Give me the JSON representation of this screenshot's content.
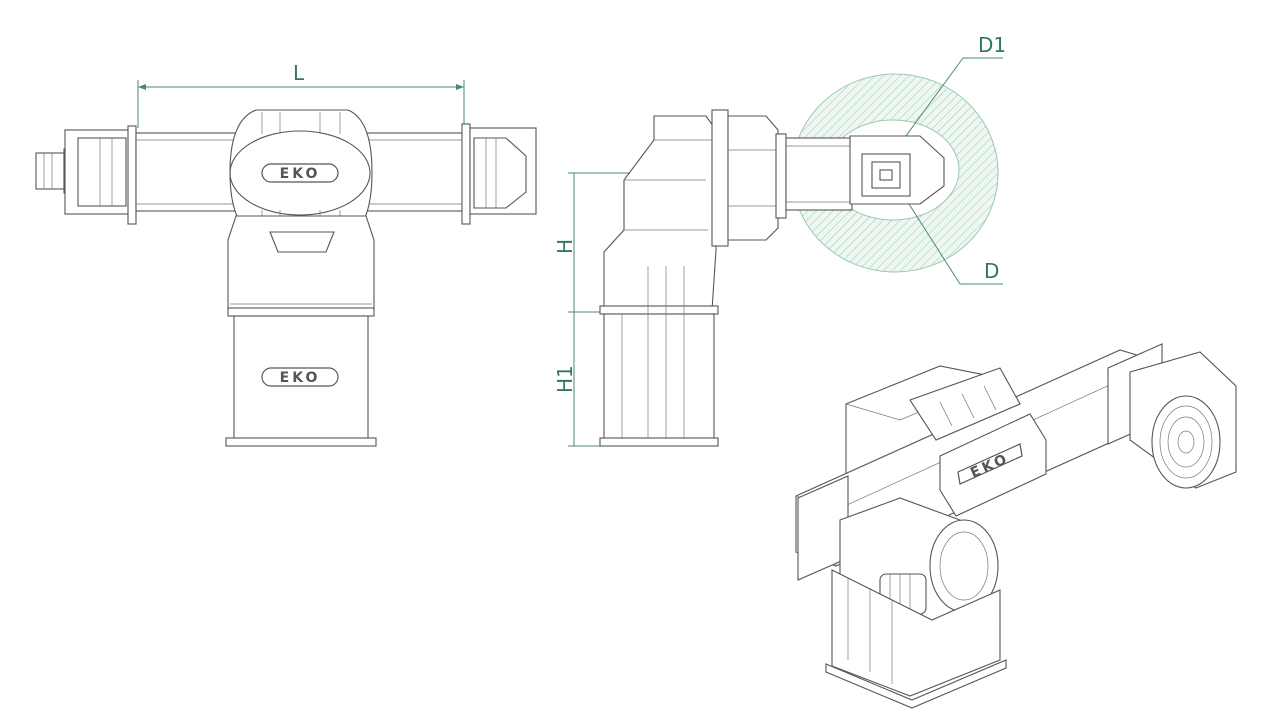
{
  "dimensions": {
    "length": "L",
    "height": "H",
    "base_height": "H1",
    "outer_diameter": "D1",
    "inner_diameter": "D"
  },
  "brand": {
    "logo_text": "EKO"
  },
  "colors": {
    "dimension_line": "#4a8a72",
    "dimension_text": "#2f7a5e",
    "hatch": "#cfe6d8",
    "outline": "#555555"
  }
}
